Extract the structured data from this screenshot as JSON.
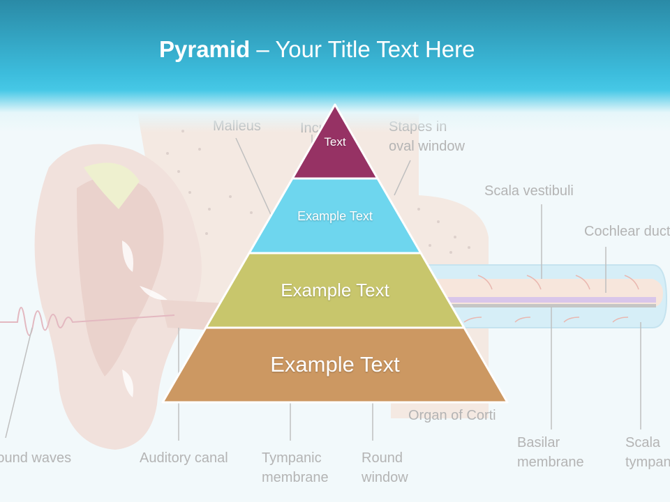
{
  "title": {
    "bold": "Pyramid",
    "rest": " – Your Title Text Here"
  },
  "pyramid": {
    "levels": [
      {
        "label": "Text",
        "color": "#963264"
      },
      {
        "label": "Example Text",
        "color": "#6ed6ee"
      },
      {
        "label": "Example Text",
        "color": "#c8c66c"
      },
      {
        "label": "Example Text",
        "color": "#cc9862"
      }
    ]
  },
  "background_labels": {
    "malleus": "Malleus",
    "incus": "Incus",
    "stapes_line1": "Stapes in",
    "stapes_line2": "oval window",
    "scala_vestibuli": "Scala vestibuli",
    "cochlear_duct": "Cochlear duct",
    "organ_of_corti": "Organ of Corti",
    "sound_waves": "Sound waves",
    "auditory_canal": "Auditory canal",
    "tympanic_line1": "Tympanic",
    "tympanic_line2": "membrane",
    "round_line1": "Round",
    "round_line2": "window",
    "basilar_line1": "Basilar",
    "basilar_line2": "membrane",
    "scala_tympani_line1": "Scala",
    "scala_tympani_line2": "tympani"
  }
}
